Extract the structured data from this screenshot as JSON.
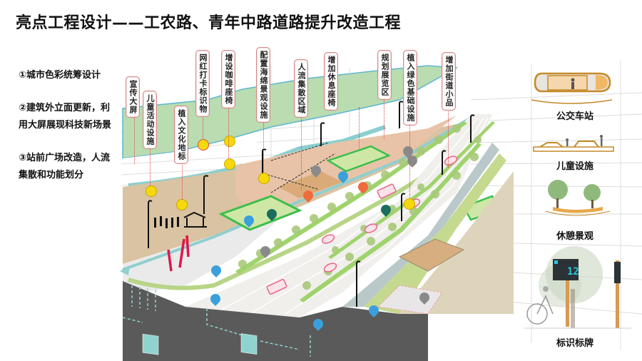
{
  "header": {
    "title": "亮点工程设计——工农路、青年中路道路提升改造工程"
  },
  "key_points": [
    {
      "label": "①城市色彩统筹设计"
    },
    {
      "label": "②建筑外立面更新，利用大屏展现科技新场景"
    },
    {
      "label": "③站前广场改造，人流集散和功能划分"
    }
  ],
  "callouts": [
    {
      "id": "billboard",
      "label": "宣传大屏"
    },
    {
      "id": "children",
      "label": "儿童活动设施"
    },
    {
      "id": "culture",
      "label": "植入文化地标"
    },
    {
      "id": "checkin",
      "label": "网红打卡标识物"
    },
    {
      "id": "coffee",
      "label": "增设咖啡座椅"
    },
    {
      "id": "sponge",
      "label": "配置海绵景观设施"
    },
    {
      "id": "crowd",
      "label": "人流集散区域"
    },
    {
      "id": "rest",
      "label": "增加休息座椅"
    },
    {
      "id": "exhibit",
      "label": "规划展览区"
    },
    {
      "id": "green",
      "label": "植入绿色基础设施"
    },
    {
      "id": "street",
      "label": "增加街道小品"
    }
  ],
  "legend": [
    {
      "id": "bus-stop",
      "label": "公交车站"
    },
    {
      "id": "kids",
      "label": "儿童设施"
    },
    {
      "id": "rest",
      "label": "休憩景观"
    },
    {
      "id": "signage",
      "label": "标识标牌"
    }
  ],
  "signage_display": {
    "number": "12"
  },
  "colors": {
    "callout_border": "#d98a8a",
    "leader": "#e04848",
    "green_band": "#b9dcb0",
    "plaza": "#e8c3a7",
    "road": "#f0efec",
    "underground": "#5a5a5a",
    "teal": "#8fd3cf",
    "yellow_badge": "#f5d90c",
    "blue_pin": "#3aa0dc",
    "pink_vehicle": "#e8658c"
  }
}
